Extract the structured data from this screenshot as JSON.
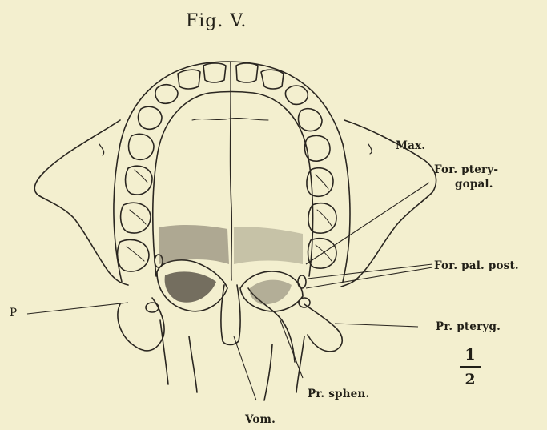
{
  "figure": {
    "title": "Fig. V.",
    "labels": {
      "max": "Max.",
      "for_pterygopal_line1": "For. ptery-",
      "for_pterygopal_line2": "gopal.",
      "for_pal_post": "For. pal. post.",
      "p": "P",
      "pr_pteryg": "Pr. pteryg.",
      "pr_sphen": "Pr. sphen.",
      "vom": "Vom."
    },
    "scale": {
      "numerator": "1",
      "denominator": "2"
    }
  }
}
